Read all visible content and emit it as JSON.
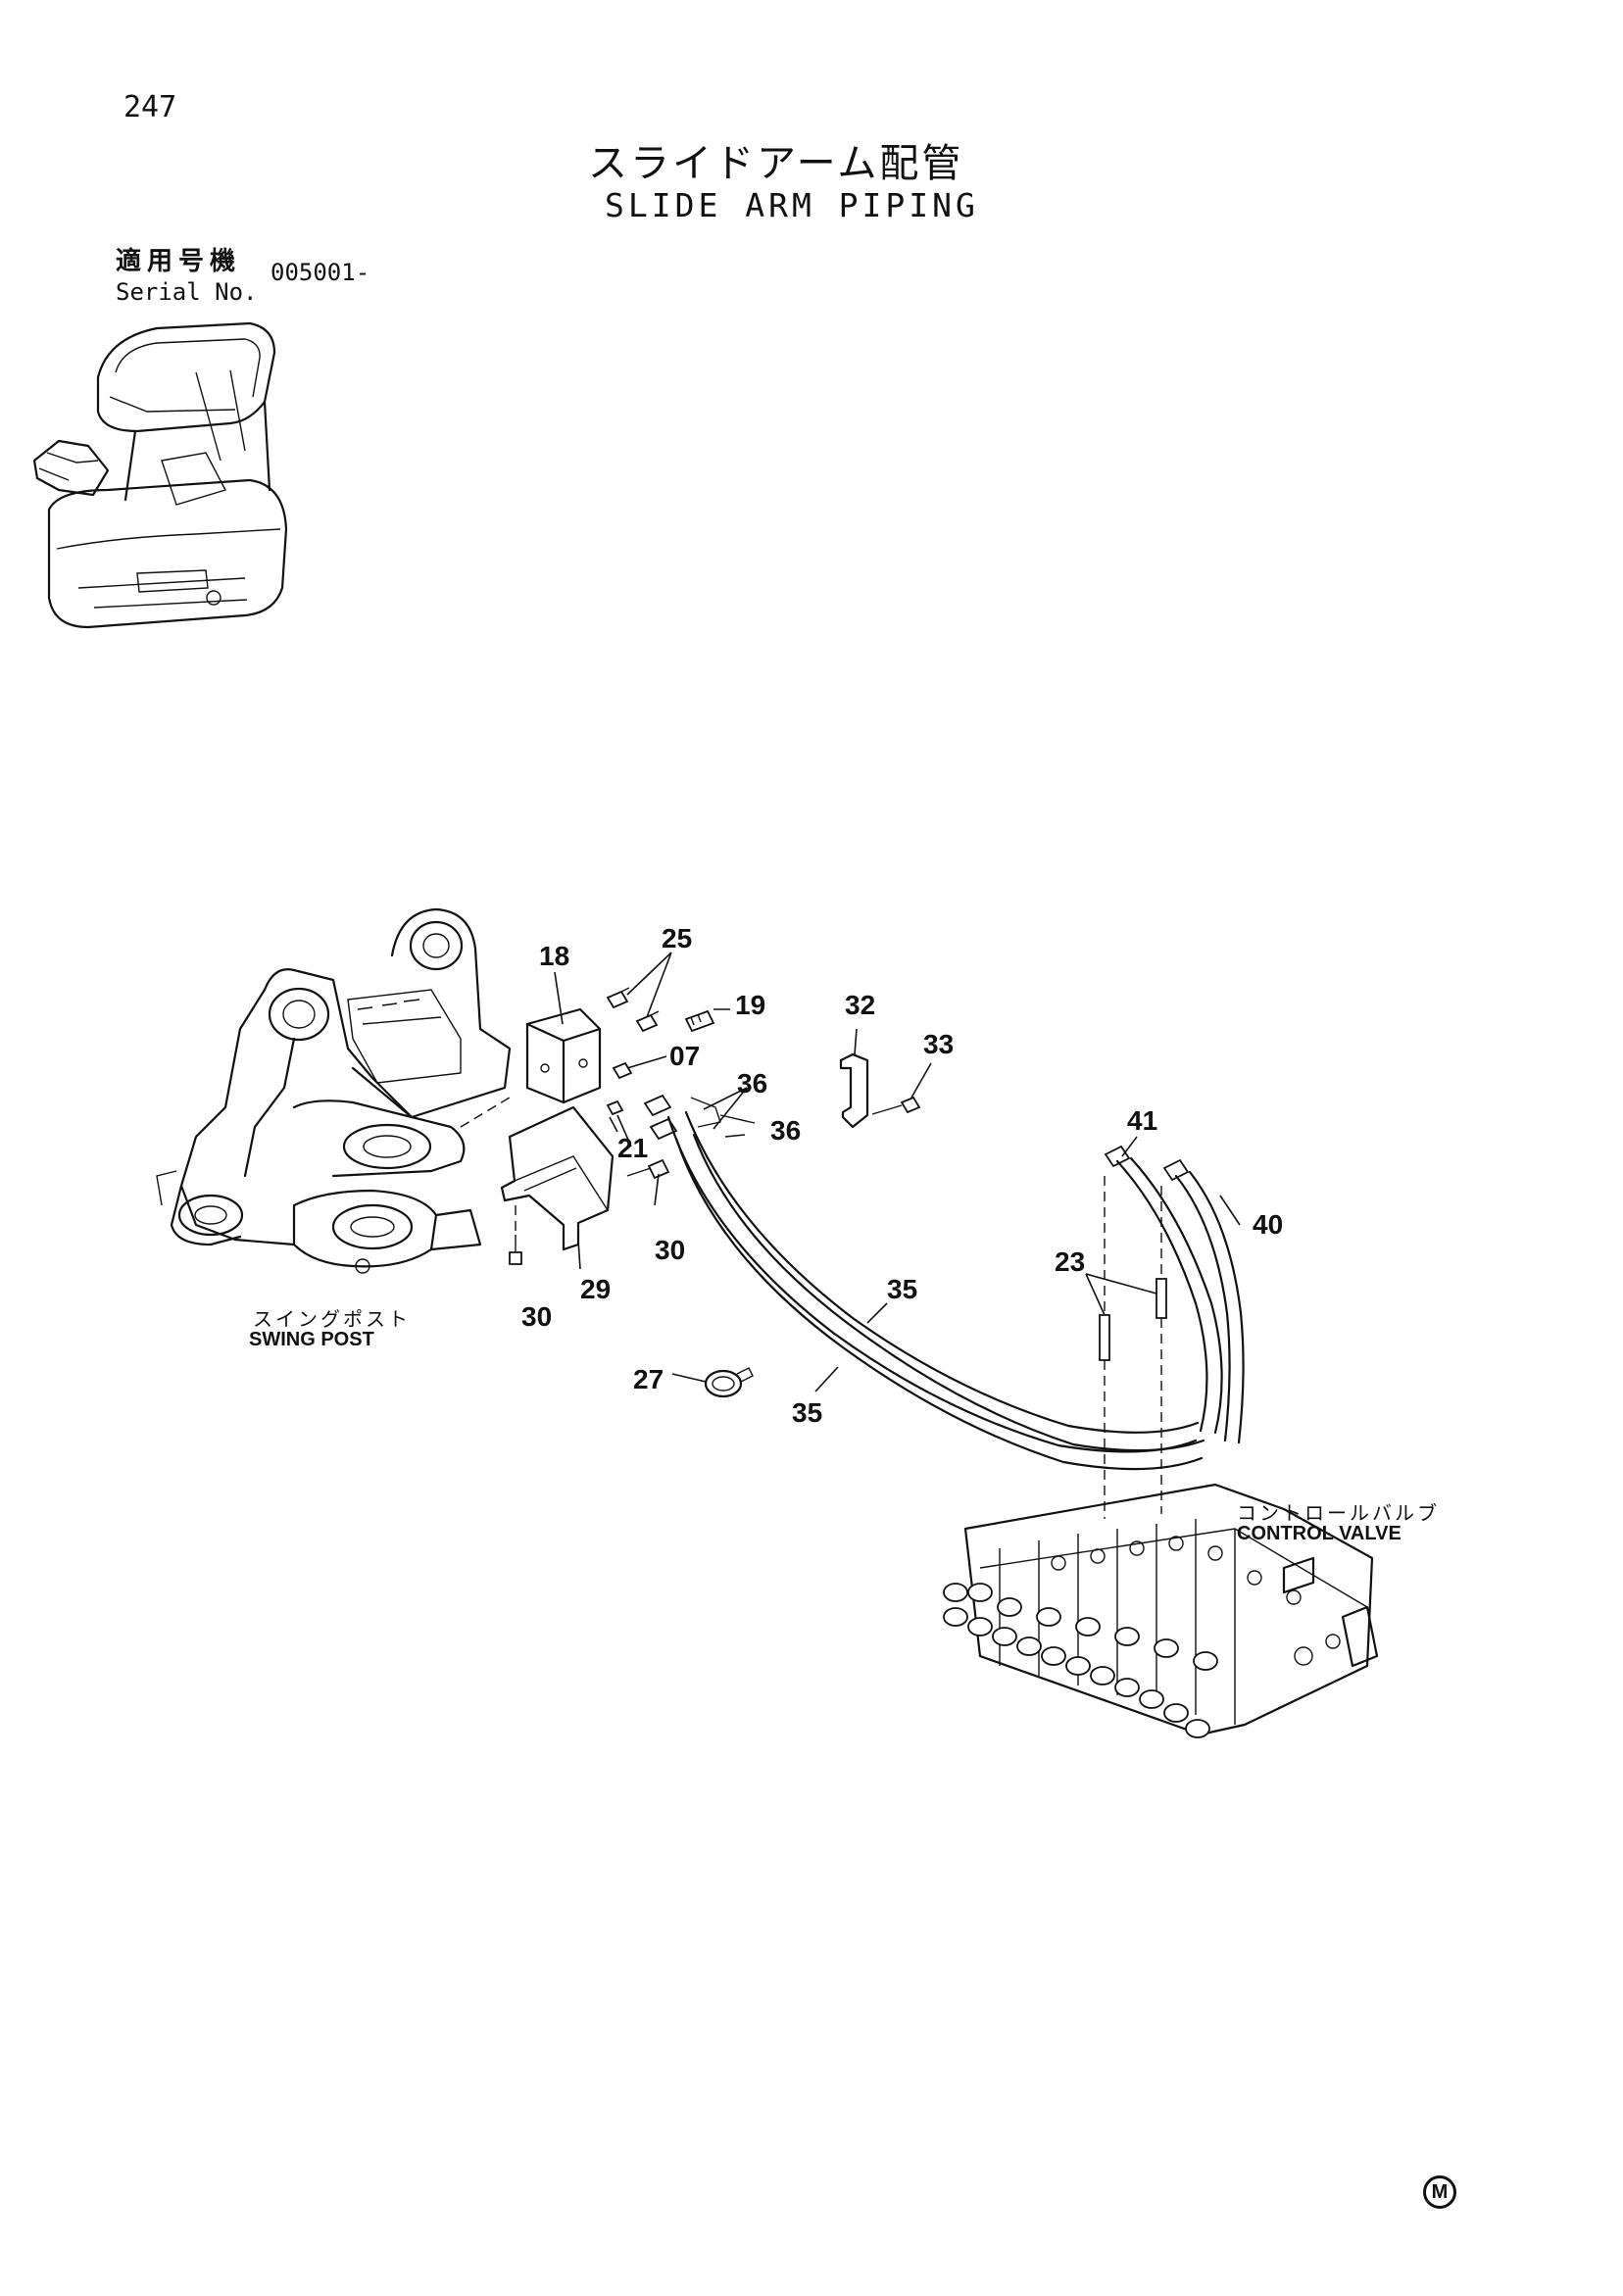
{
  "header": {
    "page_number": "247",
    "title_jp": "スライドアーム配管",
    "title_en": "SLIDE ARM PIPING",
    "serial_label_jp": "適用号機",
    "serial_label_en": "Serial No.",
    "serial_value": "005001-"
  },
  "callouts": {
    "c18": "18",
    "c25": "25",
    "c19": "19",
    "c07": "07",
    "c36a": "36",
    "c36b": "36",
    "c21": "21",
    "c30a": "30",
    "c30b": "30",
    "c29": "29",
    "c32": "32",
    "c33": "33",
    "c41": "41",
    "c40": "40",
    "c23": "23",
    "c35a": "35",
    "c35b": "35",
    "c27": "27"
  },
  "labels": {
    "swing_post_jp": "スイングポスト",
    "swing_post_en": "SWING POST",
    "control_valve_jp": "コントロールバルブ",
    "control_valve_en": "CONTROL VALVE"
  },
  "logo": {
    "text": "M"
  }
}
